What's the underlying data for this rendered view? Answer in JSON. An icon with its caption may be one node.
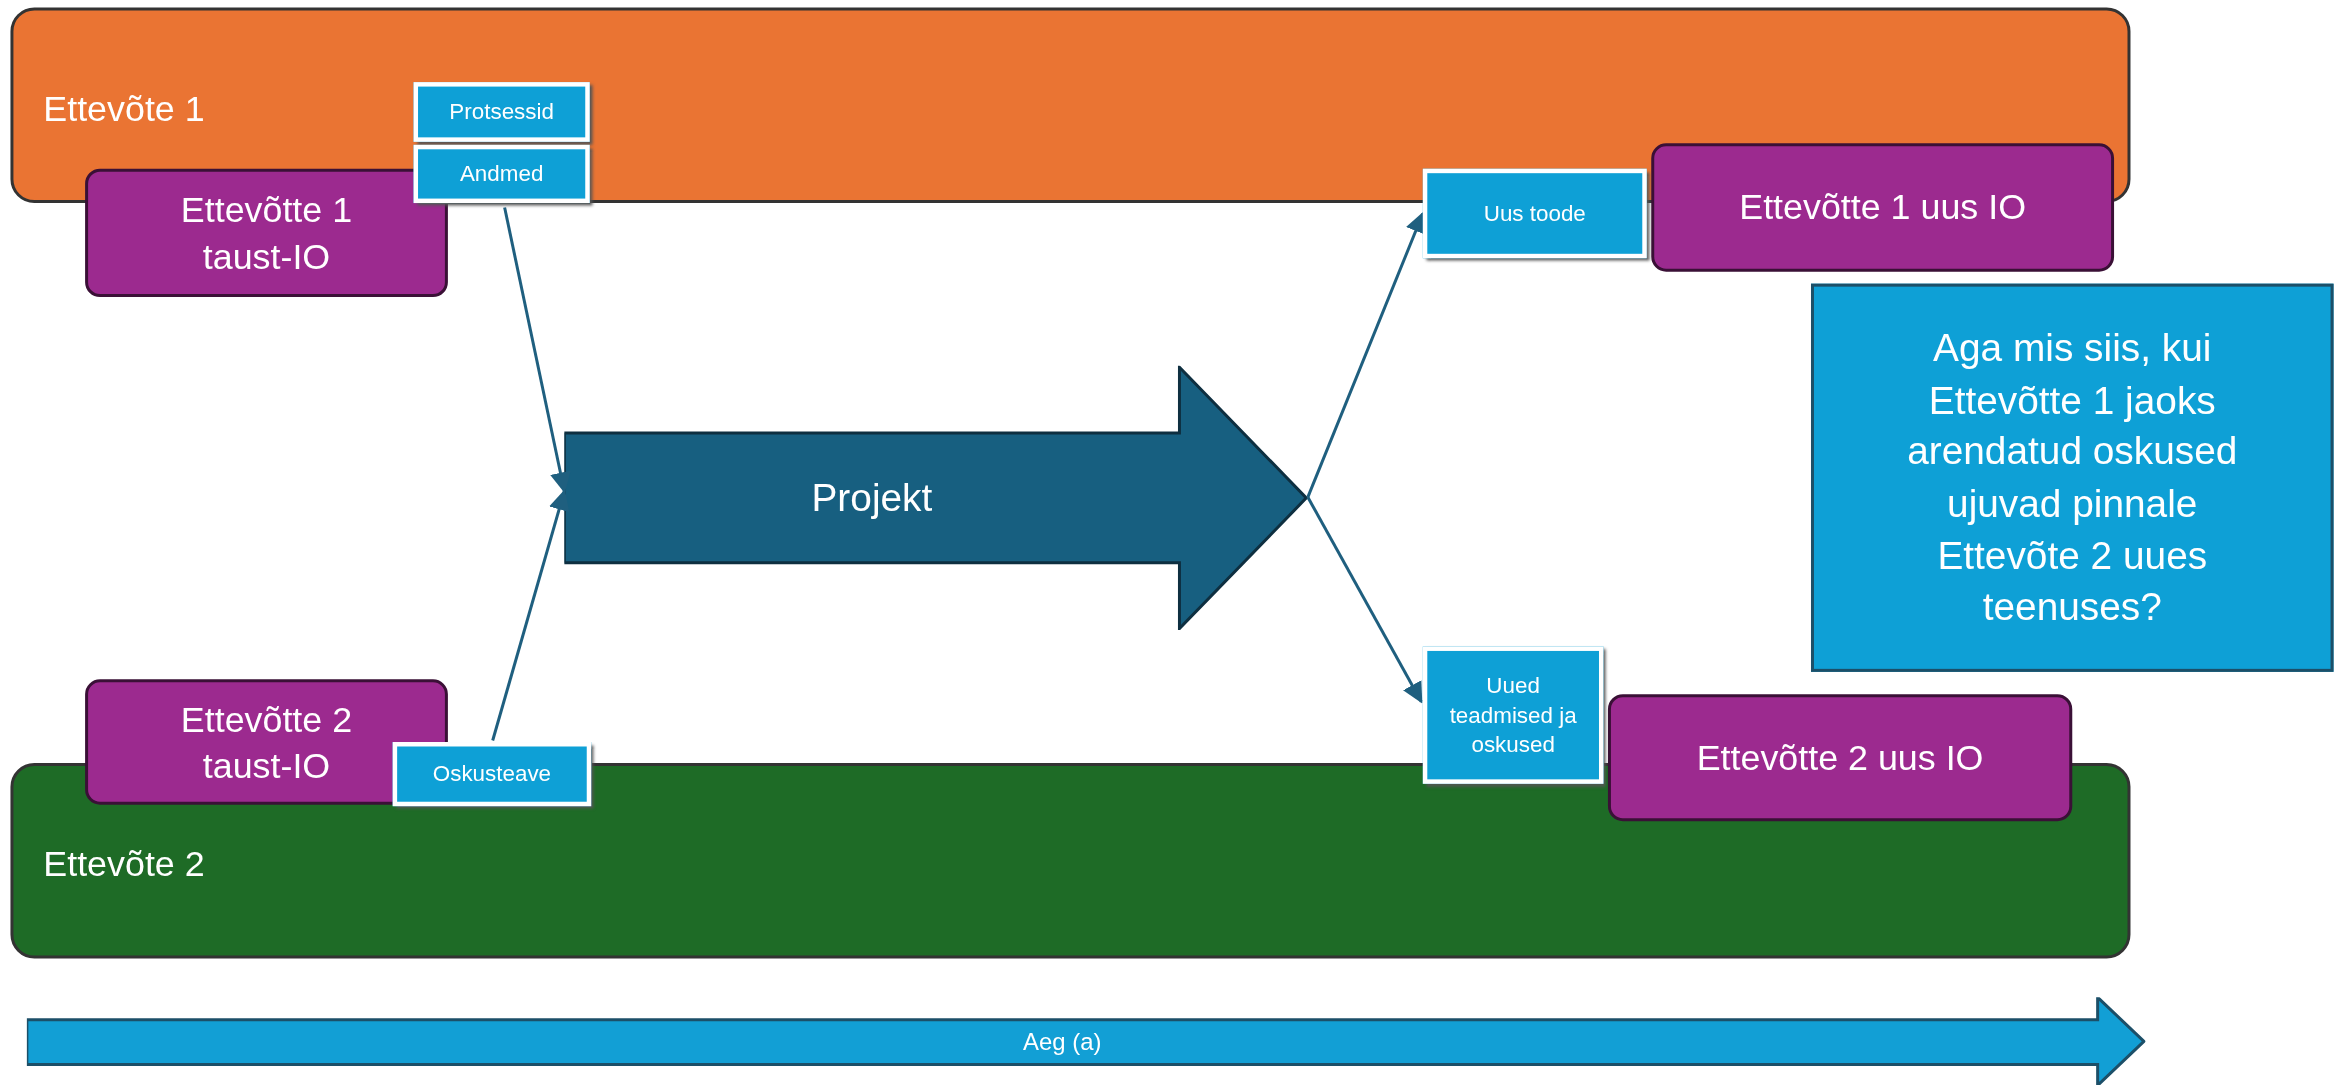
{
  "diagram": {
    "nodes": [
      {
        "text": [
          "Ettevõte 1"
        ]
      },
      {
        "text": [
          "Protsessid"
        ],
        "in": 0
      },
      {
        "text": [
          "Andmed"
        ],
        "in": 0
      },
      {
        "text": [
          "Ettevõtte 1 taust-IO"
        ]
      },
      {
        "text": [
          "Uus toode"
        ]
      },
      {
        "text": [
          "Ettevõtte 1 uus IO"
        ]
      },
      {
        "text": [
          "Aga mis siis, kui Ettevõtte 1 jaoks arendatud oskused ujuvad pinnale Ettevõte 2 uues teenuses?"
        ]
      },
      {
        "text": [
          "Projekt"
        ]
      },
      {
        "text": [
          "Ettevõtte 2 taust-IO"
        ]
      },
      {
        "text": [
          "Oskusteave"
        ]
      },
      {
        "text": [
          "Uued teadmised ja oskused"
        ]
      },
      {
        "text": [
          "Ettevõtte 2 uus IO"
        ]
      },
      {
        "text": [
          "Ettevõte 2"
        ]
      },
      {
        "text": [
          "Aeg (a)"
        ]
      }
    ],
    "edges": [
      {
        "from": 2,
        "to": 7,
        "arrow": "to"
      },
      {
        "from": 9,
        "to": 7,
        "arrow": "to"
      },
      {
        "from": 7,
        "to": 4,
        "arrow": "to"
      },
      {
        "from": 7,
        "to": 10,
        "arrow": "to"
      }
    ]
  }
}
